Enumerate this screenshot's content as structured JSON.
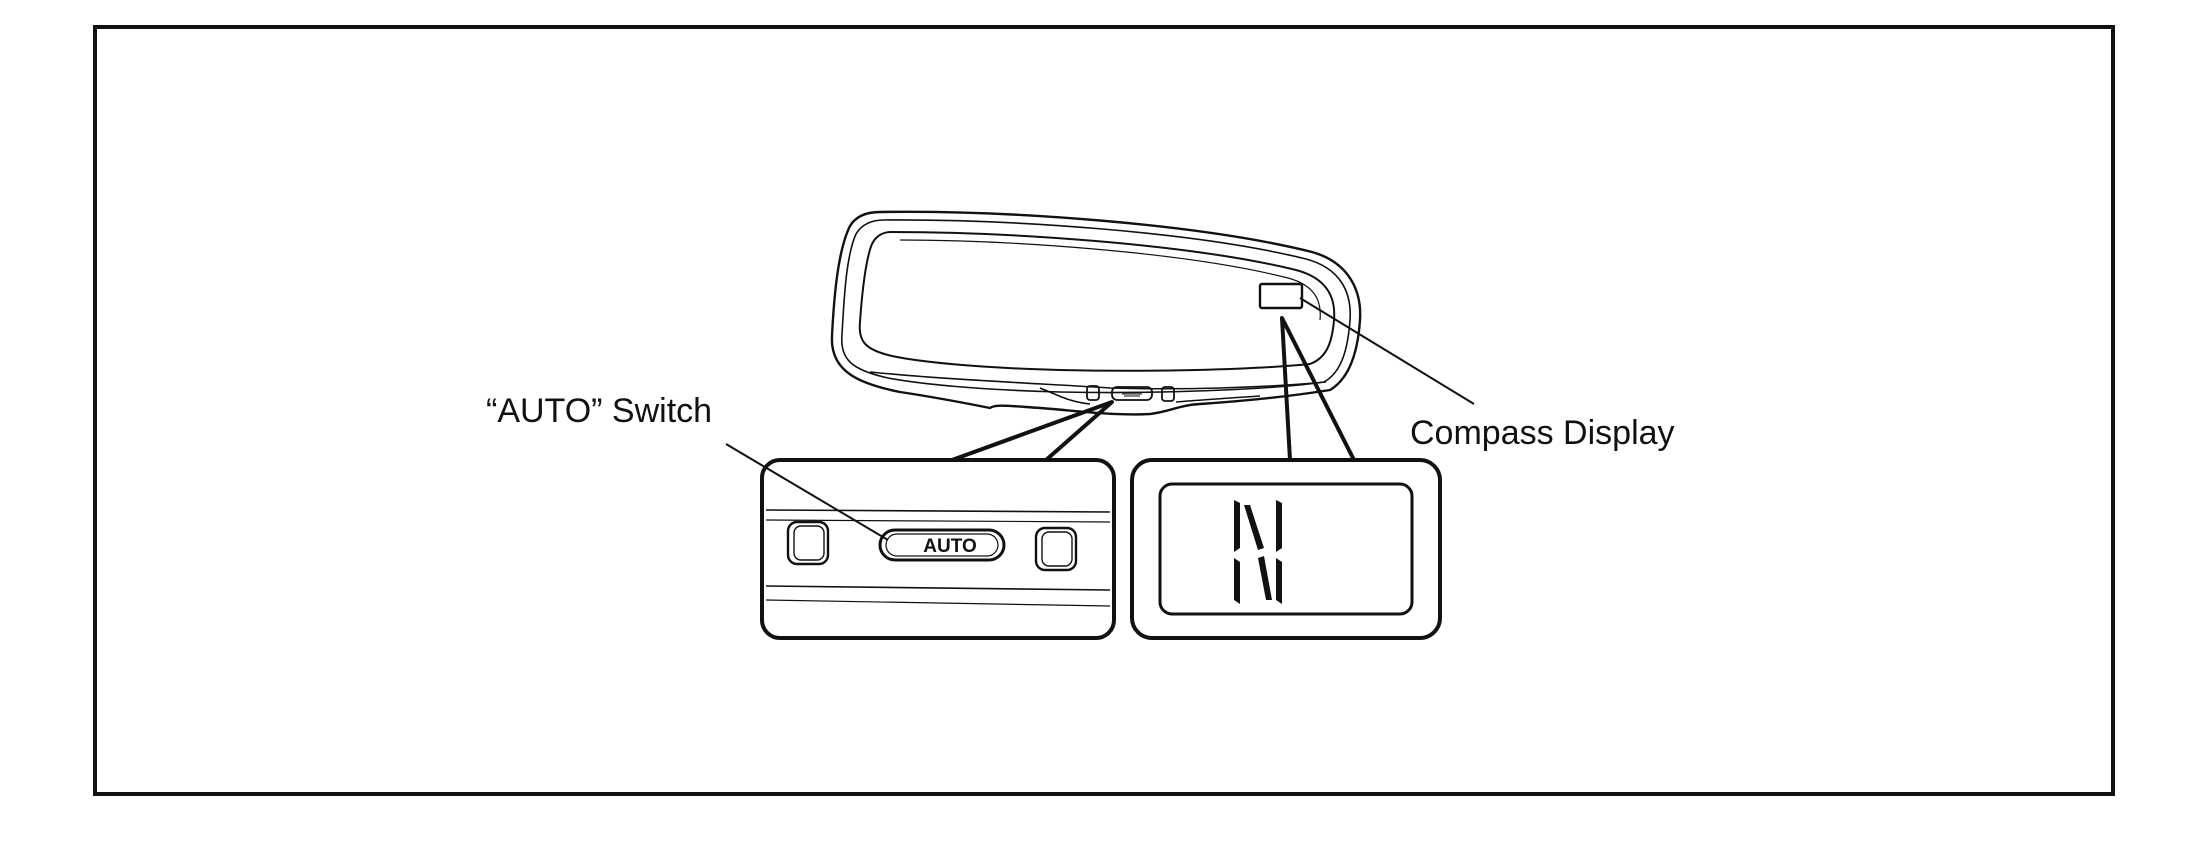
{
  "labels": {
    "auto_switch": "“AUTO” Switch",
    "compass_display": "Compass Display"
  },
  "button": {
    "auto": "AUTO"
  },
  "display": {
    "heading": "N"
  },
  "colors": {
    "line": "#111111",
    "background": "#ffffff"
  }
}
